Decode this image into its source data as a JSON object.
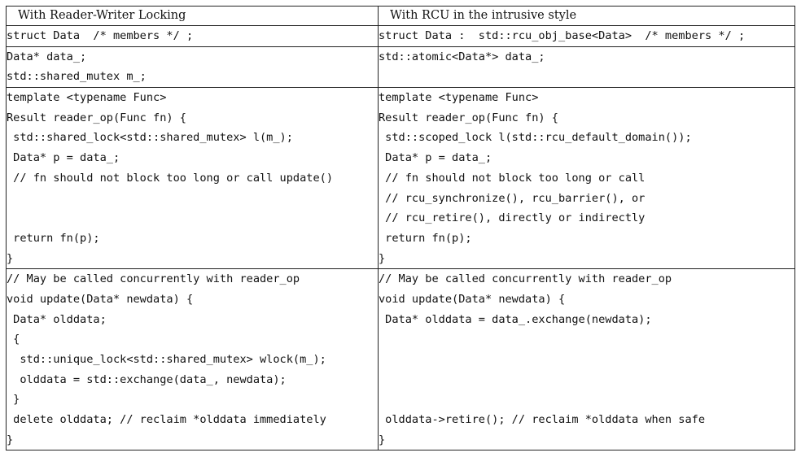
{
  "headers": {
    "left": "With Reader-Writer Locking",
    "right": "With RCU in the intrusive style"
  },
  "rows": [
    {
      "left": [
        "struct Data  /* members */ ;"
      ],
      "right": [
        "struct Data :  std::rcu_obj_base<Data>  /* members */ ;"
      ]
    },
    {
      "left": [
        "Data* data_;",
        "std::shared_mutex m_;"
      ],
      "right": [
        "std::atomic<Data*> data_;",
        ""
      ]
    },
    {
      "left": [
        "template <typename Func>",
        "Result reader_op(Func fn) {",
        " std::shared_lock<std::shared_mutex> l(m_);",
        " Data* p = data_;",
        " // fn should not block too long or call update()",
        "",
        "",
        " return fn(p);",
        "}"
      ],
      "right": [
        "template <typename Func>",
        "Result reader_op(Func fn) {",
        " std::scoped_lock l(std::rcu_default_domain());",
        " Data* p = data_;",
        " // fn should not block too long or call",
        " // rcu_synchronize(), rcu_barrier(), or",
        " // rcu_retire(), directly or indirectly",
        " return fn(p);",
        "}"
      ]
    },
    {
      "left": [
        "// May be called concurrently with reader_op",
        "void update(Data* newdata) {",
        " Data* olddata;",
        " {",
        "  std::unique_lock<std::shared_mutex> wlock(m_);",
        "  olddata = std::exchange(data_, newdata);",
        " }",
        " delete olddata; // reclaim *olddata immediately",
        "}"
      ],
      "right": [
        "// May be called concurrently with reader_op",
        "void update(Data* newdata) {",
        " Data* olddata = data_.exchange(newdata);",
        "",
        "",
        "",
        "",
        " olddata->retire(); // reclaim *olddata when safe",
        "}"
      ]
    }
  ]
}
